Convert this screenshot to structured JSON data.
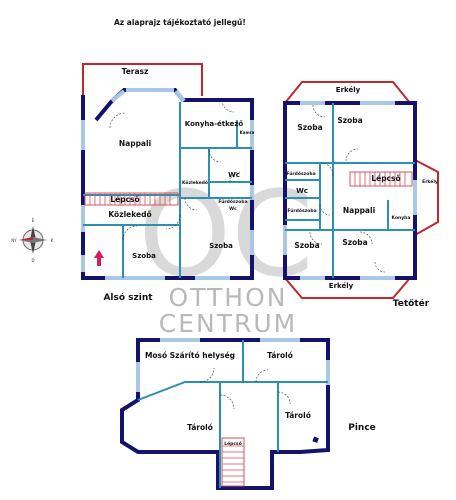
{
  "notice": "Az alaprajz tájékoztató jellegű!",
  "watermark": {
    "mark": "OC",
    "line1": "OTTHON",
    "line2": "CENTRUM",
    "color": "#b9b9b9"
  },
  "compass": {
    "N": "É",
    "E": "K",
    "S": "D",
    "W": "NY"
  },
  "colors": {
    "wall": "#13136e",
    "partition": "#2c8fb5",
    "window": "#a9c8e4",
    "terrace": "#c0282d",
    "stairs": "#d9505a",
    "arrow": "#d81b60"
  },
  "floors": {
    "lower": {
      "title": "Alsó szint",
      "rooms": {
        "terrace": "Terasz",
        "living": "Nappali",
        "kitchen": "Konyha-étkező",
        "pantry": "Kamra",
        "wc": "Wc",
        "corridor_small": "Közlekedő",
        "stairs": "Lépcső",
        "corridor": "Közlekedő",
        "bathroom": "Fürdőszoba\nWc",
        "room1": "Szoba",
        "room2": "Szoba"
      }
    },
    "attic": {
      "title": "Tetőtér",
      "rooms": {
        "balcony_top": "Erkély",
        "room_a": "Szoba",
        "room_b": "Szoba",
        "bathroom_a": "Fürdőszoba",
        "wc": "Wc",
        "bathroom_b": "Fürdőszoba",
        "stairs": "Lépcső",
        "balcony_right": "Erkély",
        "living": "Nappali",
        "kitchen": "Konyha",
        "room_c": "Szoba",
        "room_d": "Szoba",
        "balcony_bottom": "Erkély"
      }
    },
    "basement": {
      "title": "Pince",
      "rooms": {
        "laundry": "Mosó Szárító helység",
        "storage1": "Tároló",
        "storage2": "Tároló",
        "storage3": "Tároló",
        "stairs": "Lépcső"
      }
    }
  }
}
